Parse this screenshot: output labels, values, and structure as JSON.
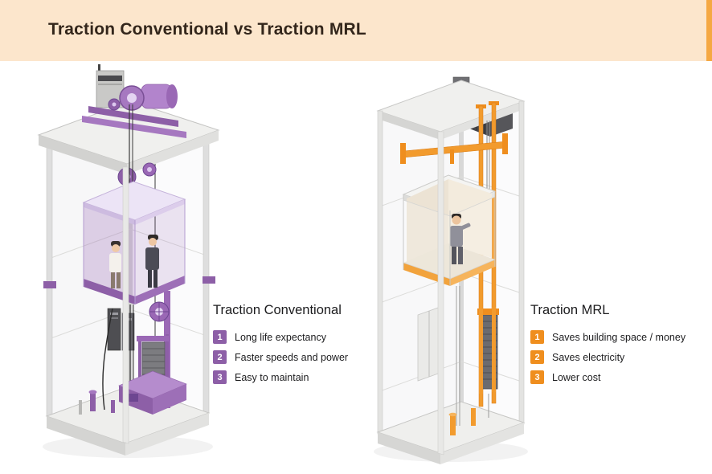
{
  "header": {
    "title": "Traction Conventional vs Traction MRL"
  },
  "sections": {
    "conventional": {
      "title": "Traction Conventional",
      "items": [
        {
          "num": "1",
          "label": "Long life expectancy"
        },
        {
          "num": "2",
          "label": "Faster speeds and power"
        },
        {
          "num": "3",
          "label": "Easy to maintain"
        }
      ]
    },
    "mrl": {
      "title": "Traction MRL",
      "items": [
        {
          "num": "1",
          "label": "Saves building space / money"
        },
        {
          "num": "2",
          "label": "Saves electricity"
        },
        {
          "num": "3",
          "label": "Lower cost"
        }
      ]
    }
  },
  "colors": {
    "header_background": "#fce6cc",
    "header_accent": "#f5a843",
    "conventional_accent": "#8d5fa7",
    "mrl_accent": "#ef8e1e"
  }
}
